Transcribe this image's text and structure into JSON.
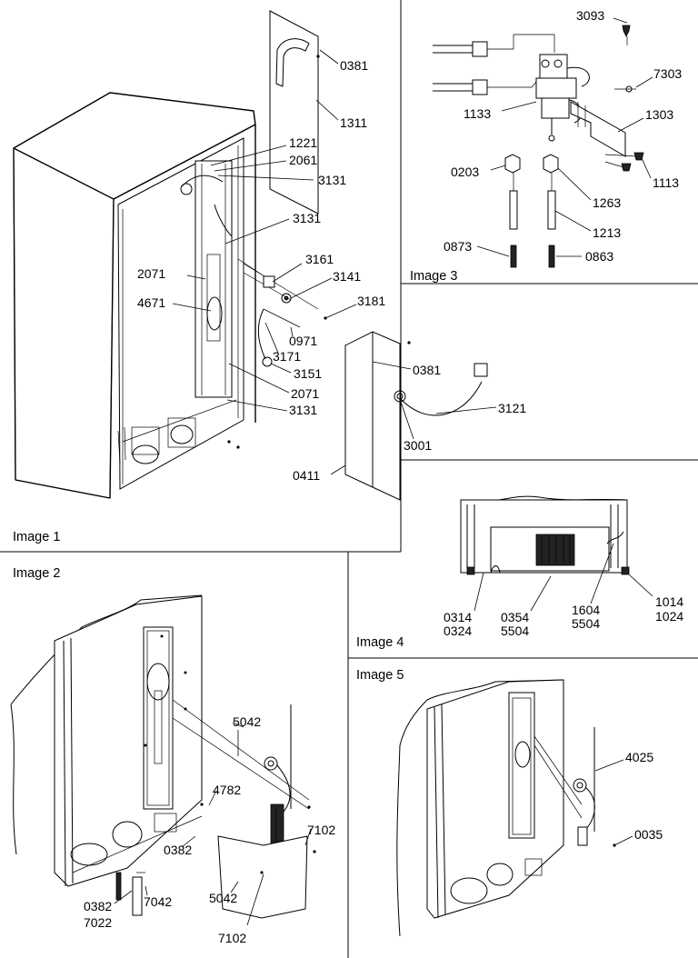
{
  "panels": [
    {
      "id": "image-1",
      "title": "Image 1"
    },
    {
      "id": "image-2",
      "title": "Image 2"
    },
    {
      "id": "image-3",
      "title": "Image 3"
    },
    {
      "id": "image-4",
      "title": "Image 4"
    },
    {
      "id": "image-5",
      "title": "Image 5"
    }
  ],
  "callouts": {
    "image1": [
      "0381",
      "1311",
      "1221",
      "2061",
      "3131",
      "3131",
      "3161",
      "3141",
      "2071",
      "4671",
      "3181",
      "0971",
      "3171",
      "3151",
      "2071",
      "3131",
      "0381",
      "3121",
      "3001",
      "0411"
    ],
    "image2": [
      "5042",
      "4782",
      "7102",
      "0382",
      "0382",
      "7042",
      "7022",
      "5042",
      "7102"
    ],
    "image3": [
      "3093",
      "7303",
      "1133",
      "1303",
      "0203",
      "1113",
      "1263",
      "1213",
      "0873",
      "0863"
    ],
    "image4": [
      "0314",
      "0324",
      "0354",
      "5504",
      "1604",
      "5504",
      "1014",
      "1024"
    ],
    "image5": [
      "4025",
      "0035"
    ]
  }
}
